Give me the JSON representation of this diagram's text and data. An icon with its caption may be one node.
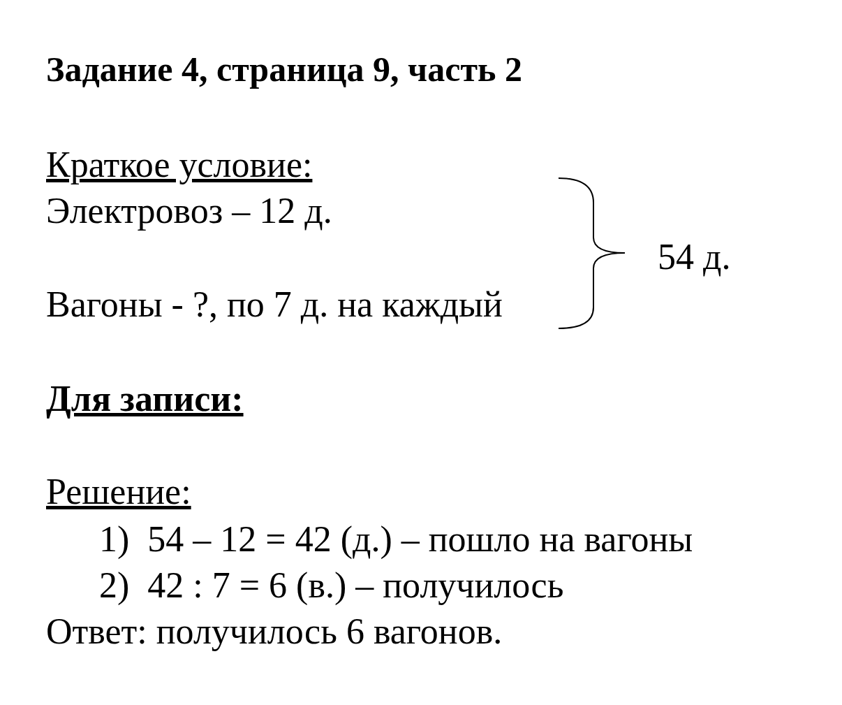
{
  "diagram": {
    "title": "Задание 4, страница 9, часть 2",
    "labels": [
      "Краткое условие:",
      "Электровоз – 12 д.",
      "Вагоны - ?, по 7 д. на каждый",
      "54 д.",
      "Для записи:",
      "Решение:",
      "1)  54 – 12 = 42 (д.) – пошло на вагоны",
      "2)  42 : 7 = 6 (в.) – получилось",
      "Ответ: получилось 6 вагонов."
    ]
  }
}
